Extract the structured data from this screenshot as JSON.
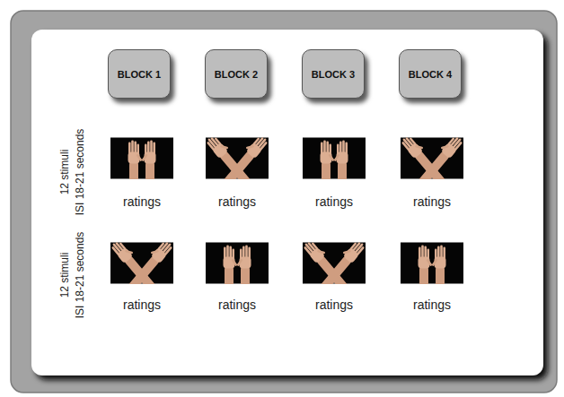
{
  "diagram": {
    "nodes": [
      {
        "text": [
          "BLOCK 1"
        ]
      },
      {
        "text": [
          "BLOCK 2"
        ]
      },
      {
        "text": [
          "BLOCK 3"
        ]
      },
      {
        "text": [
          "BLOCK 4"
        ]
      }
    ],
    "labels": [
      "12 stimuli",
      "ISI 18-21 seconds",
      "ratings",
      "ratings",
      "ratings",
      "ratings",
      "12 stimuli",
      "ISI 18-21 seconds",
      "ratings",
      "ratings",
      "ratings",
      "ratings"
    ]
  }
}
